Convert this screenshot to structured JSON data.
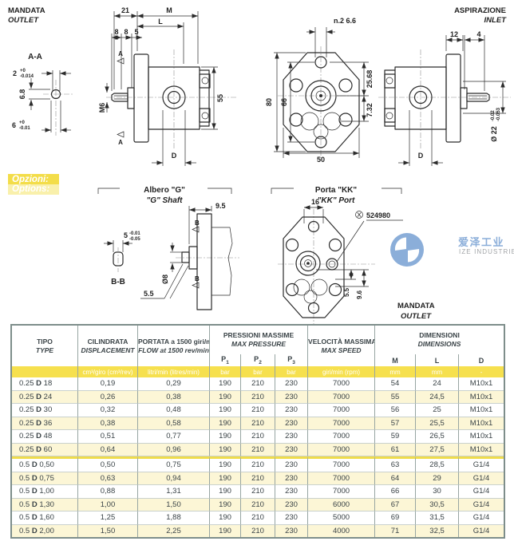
{
  "header": {
    "outlet": {
      "it": "MANDATA",
      "en": "OUTLET"
    },
    "inlet": {
      "it": "ASPIRAZIONE",
      "en": "INLET"
    }
  },
  "options_box": {
    "line1": "Opzioni:",
    "line2": "Options:"
  },
  "section_aa": {
    "title": "A-A",
    "dim_width": {
      "nominal": "2",
      "tol_top": "+0",
      "tol_bot": "-0.014"
    },
    "dim_height": "6.8",
    "dim_dia": {
      "nominal": "6",
      "tol_top": "+0",
      "tol_bot": "-0.01"
    }
  },
  "outlet_view": {
    "dim_21": "21",
    "dim_m": "M",
    "dim_l": "L",
    "dim_8a": "8",
    "dim_8b": "8",
    "dim_5": "5",
    "dim_m6": "M6",
    "dim_55": "55",
    "dim_d": "D",
    "marker_a": "A"
  },
  "front_view": {
    "dim_holes": "n.2 6.6",
    "dim_80": "80",
    "dim_66": "66",
    "dim_50": "50",
    "dim_2568": "25.68",
    "dim_732": "7.32"
  },
  "inlet_view": {
    "dim_12": "12",
    "dim_4": "4",
    "dim_d": "D",
    "dim_dia": {
      "nominal": "Ø 22",
      "tol_top": "-0.02",
      "tol_bot": "-0.053"
    }
  },
  "g_shaft": {
    "title_it": "Albero \"G\"",
    "title_en": "\"G\" Shaft",
    "dim_95": "9.5",
    "dim_key": {
      "nominal": "5",
      "tol_top": "-0.01",
      "tol_bot": "-0.05"
    },
    "dim_dia8": "Ø8",
    "dim_55": "5.5",
    "marker_b": "B",
    "section": "B-B"
  },
  "kk_port": {
    "title_it": "Porta \"KK\"",
    "title_en": "\"KK\" Port",
    "dim_16": "16",
    "part_number": "524980",
    "dim_55": "5.5",
    "dim_96": "9.6",
    "outlet": {
      "it": "MANDATA",
      "en": "OUTLET"
    }
  },
  "watermark": {
    "cn": "爱泽工业",
    "en": "IZE INDUSTRIES"
  },
  "colors": {
    "accent_yellow": "#F6E04E",
    "row_alt": "#FCF6D6",
    "watermark_blue": "#8BAED9",
    "grid": "#97A5A2",
    "header_text": "#3A4347"
  },
  "table": {
    "groups": [
      {
        "it": "TIPO",
        "en": "TYPE"
      },
      {
        "it": "CILINDRATA",
        "en": "DISPLACEMENT"
      },
      {
        "it": "PORTATA a 1500 giri/min",
        "en": "FLOW at 1500 rev/min"
      },
      {
        "it": "PRESSIONI MASSIME",
        "en": "MAX PRESSURE"
      },
      {
        "it": "VELOCITÀ MASSIMA",
        "en": "MAX SPEED"
      },
      {
        "it": "DIMENSIONI",
        "en": "DIMENSIONS"
      }
    ],
    "subcols": [
      {
        "base": "P",
        "sub": "1"
      },
      {
        "base": "P",
        "sub": "2"
      },
      {
        "base": "P",
        "sub": "3"
      },
      {
        "base": "M",
        "sub": ""
      },
      {
        "base": "L",
        "sub": ""
      },
      {
        "base": "D",
        "sub": ""
      }
    ],
    "units": [
      "",
      "cm³/giro (cm³/rev)",
      "litri/min (litres/min)",
      "bar",
      "bar",
      "bar",
      "giri/min (rpm)",
      "mm",
      "mm",
      "-"
    ],
    "rows": [
      {
        "type_prefix": "0.25",
        "type_letter": "D",
        "type_size": "18",
        "values": [
          "0,19",
          "0,29",
          "190",
          "210",
          "230",
          "7000",
          "54",
          "24",
          "M10x1"
        ]
      },
      {
        "type_prefix": "0.25",
        "type_letter": "D",
        "type_size": "24",
        "values": [
          "0,26",
          "0,38",
          "190",
          "210",
          "230",
          "7000",
          "55",
          "24,5",
          "M10x1"
        ]
      },
      {
        "type_prefix": "0.25",
        "type_letter": "D",
        "type_size": "30",
        "values": [
          "0,32",
          "0,48",
          "190",
          "210",
          "230",
          "7000",
          "56",
          "25",
          "M10x1"
        ]
      },
      {
        "type_prefix": "0.25",
        "type_letter": "D",
        "type_size": "36",
        "values": [
          "0,38",
          "0,58",
          "190",
          "210",
          "230",
          "7000",
          "57",
          "25,5",
          "M10x1"
        ]
      },
      {
        "type_prefix": "0.25",
        "type_letter": "D",
        "type_size": "48",
        "values": [
          "0,51",
          "0,77",
          "190",
          "210",
          "230",
          "7000",
          "59",
          "26,5",
          "M10x1"
        ]
      },
      {
        "type_prefix": "0.25",
        "type_letter": "D",
        "type_size": "60",
        "values": [
          "0,64",
          "0,96",
          "190",
          "210",
          "230",
          "7000",
          "61",
          "27,5",
          "M10x1"
        ]
      },
      {
        "type_prefix": "0.5",
        "type_letter": "D",
        "type_size": "0,50",
        "values": [
          "0,50",
          "0,75",
          "190",
          "210",
          "230",
          "7000",
          "63",
          "28,5",
          "G1/4"
        ]
      },
      {
        "type_prefix": "0.5",
        "type_letter": "D",
        "type_size": "0,75",
        "values": [
          "0,63",
          "0,94",
          "190",
          "210",
          "230",
          "7000",
          "64",
          "29",
          "G1/4"
        ]
      },
      {
        "type_prefix": "0.5",
        "type_letter": "D",
        "type_size": "1,00",
        "values": [
          "0,88",
          "1,31",
          "190",
          "210",
          "230",
          "7000",
          "66",
          "30",
          "G1/4"
        ]
      },
      {
        "type_prefix": "0.5",
        "type_letter": "D",
        "type_size": "1,30",
        "values": [
          "1,00",
          "1,50",
          "190",
          "210",
          "230",
          "6000",
          "67",
          "30,5",
          "G1/4"
        ]
      },
      {
        "type_prefix": "0.5",
        "type_letter": "D",
        "type_size": "1,60",
        "values": [
          "1,25",
          "1,88",
          "190",
          "210",
          "230",
          "5000",
          "69",
          "31,5",
          "G1/4"
        ]
      },
      {
        "type_prefix": "0.5",
        "type_letter": "D",
        "type_size": "2,00",
        "values": [
          "1,50",
          "2,25",
          "190",
          "210",
          "230",
          "4000",
          "71",
          "32,5",
          "G1/4"
        ]
      }
    ]
  }
}
